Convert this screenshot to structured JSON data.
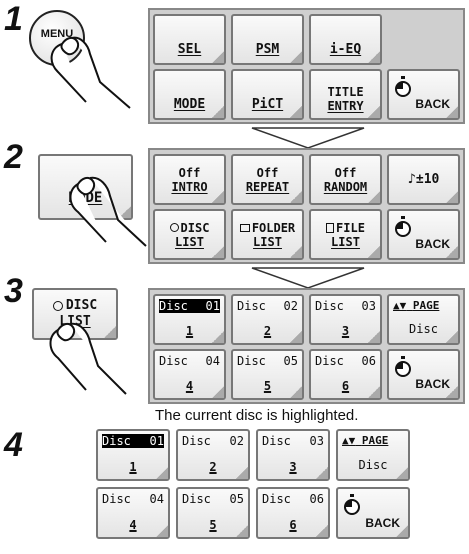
{
  "steps": [
    "1",
    "2",
    "3",
    "4"
  ],
  "step1": {
    "menu_button": "MENU",
    "buttons": [
      "SEL",
      "PSM",
      "i-EQ",
      "MODE",
      "PiCT"
    ],
    "title_entry": [
      "TITLE",
      "ENTRY"
    ],
    "back": "BACK"
  },
  "step2": {
    "mode_button": "MODE",
    "top_row": [
      [
        "Off",
        "INTRO"
      ],
      [
        "Off",
        "REPEAT"
      ],
      [
        "Off",
        "RANDOM"
      ]
    ],
    "volume": "±10",
    "bottom_row": [
      [
        "DISC",
        "LIST"
      ],
      [
        "FOLDER",
        "LIST"
      ],
      [
        "FILE",
        "LIST"
      ]
    ],
    "back": "BACK"
  },
  "step3": {
    "disc_list_button": [
      "DISC",
      "LIST"
    ]
  },
  "disc_grid": {
    "disc_label": "Disc",
    "discs": [
      {
        "code": "01",
        "num": "1"
      },
      {
        "code": "02",
        "num": "2"
      },
      {
        "code": "03",
        "num": "3"
      },
      {
        "code": "04",
        "num": "4"
      },
      {
        "code": "05",
        "num": "5"
      },
      {
        "code": "06",
        "num": "6"
      }
    ],
    "highlighted": "01",
    "page_label": "PAGE",
    "page_sub": "Disc",
    "back": "BACK"
  },
  "caption": "The current disc is highlighted."
}
